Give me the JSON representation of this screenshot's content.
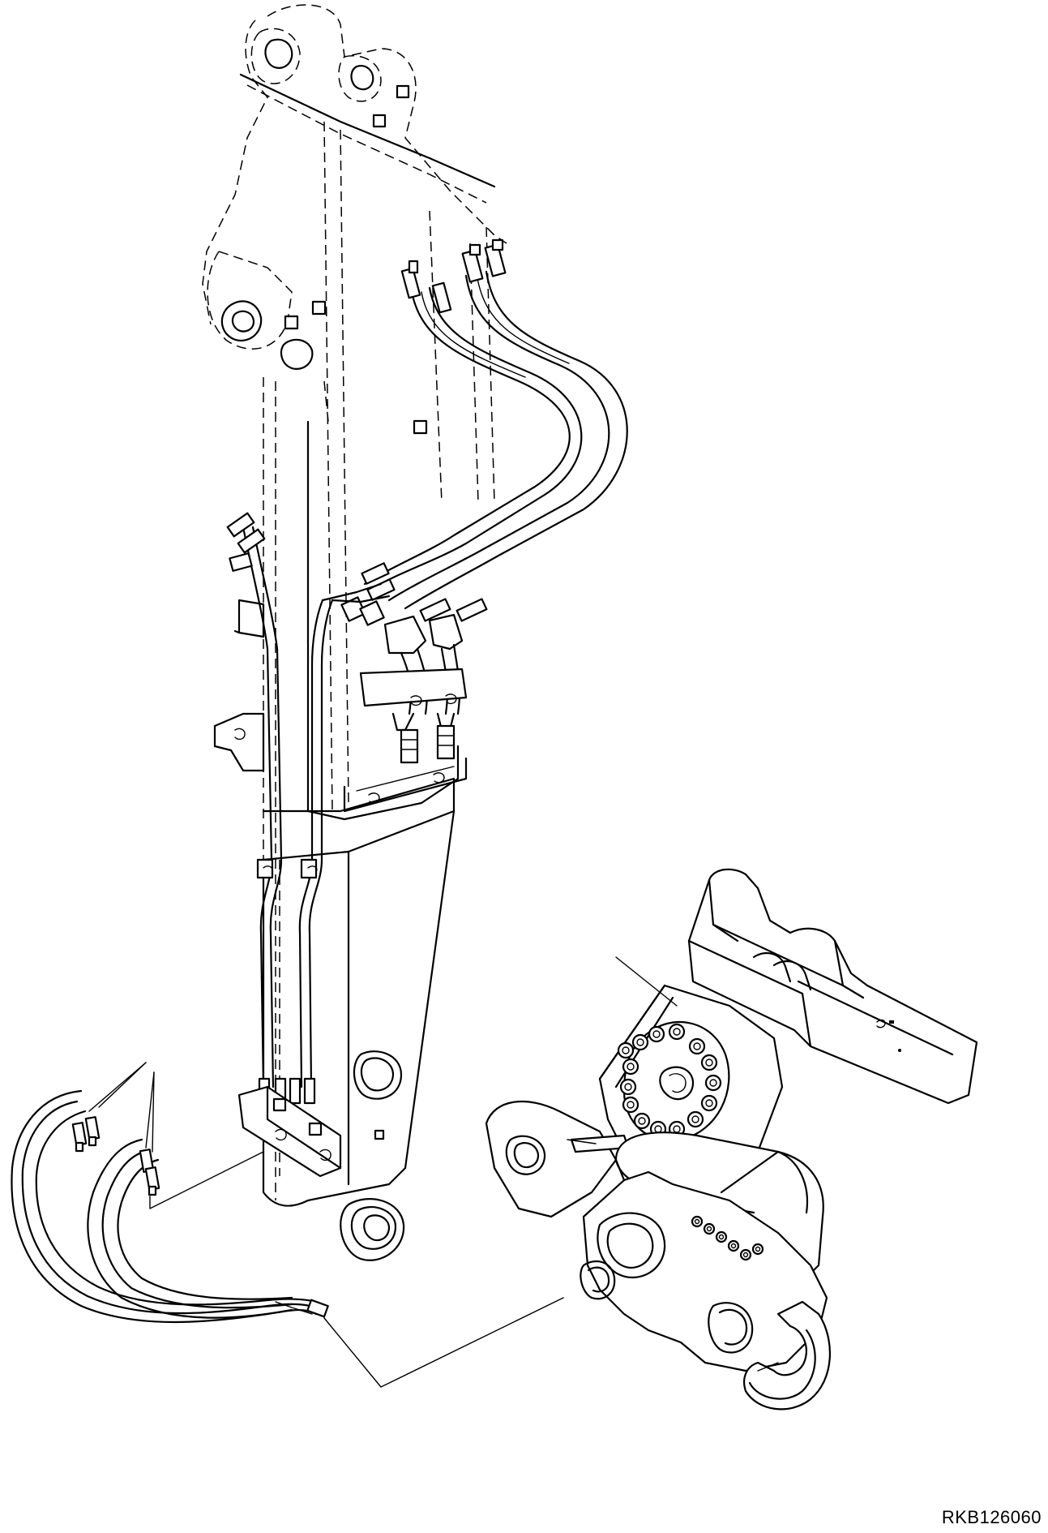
{
  "figure": {
    "reference_code": "RKB126060"
  },
  "icons": {
    "arm": "excavator-arm-outline",
    "hoses": "hydraulic-hose-set",
    "attachment": "quick-coupler-bracket"
  }
}
